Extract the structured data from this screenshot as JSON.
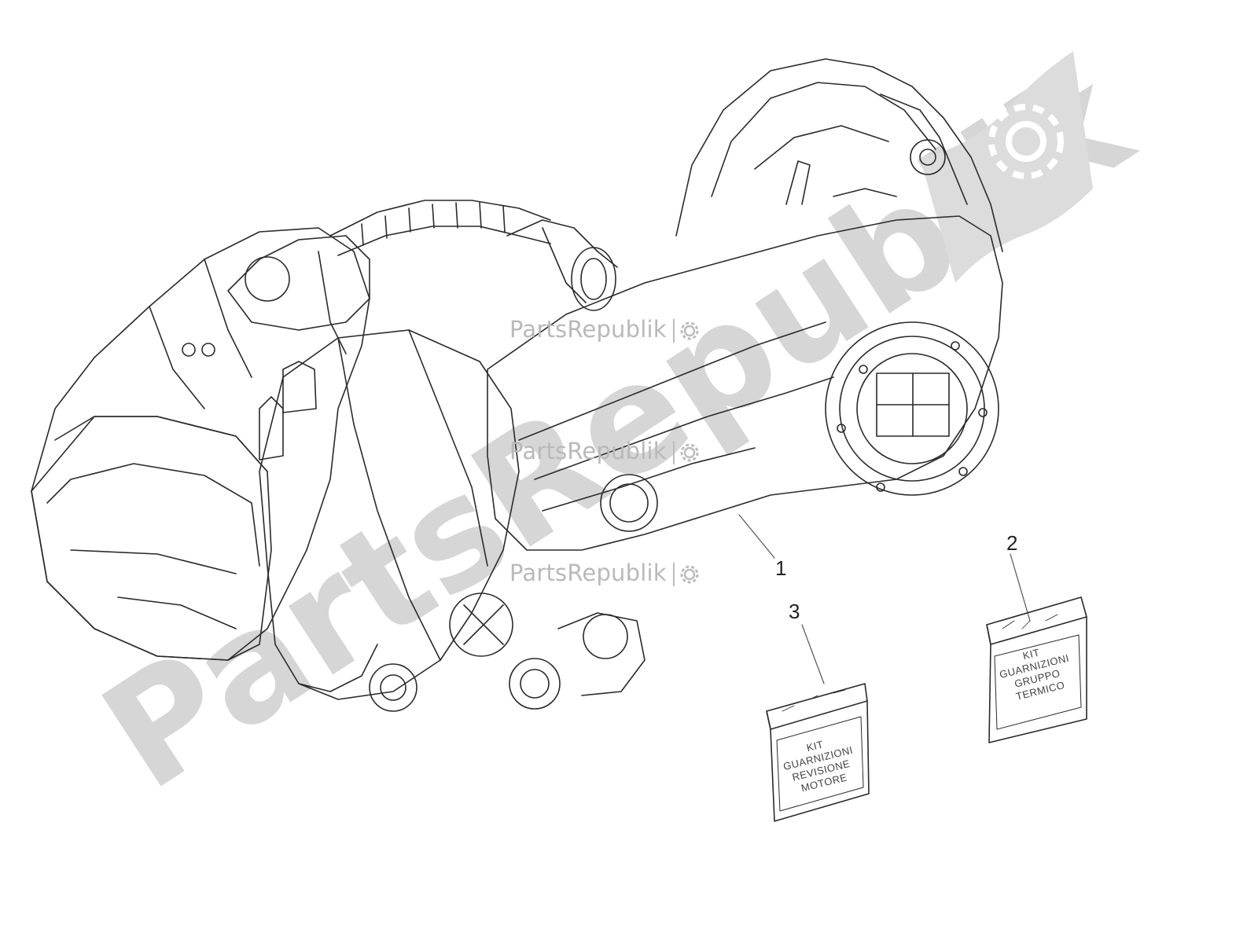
{
  "watermark": {
    "brand": "PartsRepublik",
    "big_text": "PartsRepublik",
    "corner_logo_icon": "gear-flag-icon",
    "color": "#b9b9b9"
  },
  "callouts": [
    {
      "id": "1",
      "part": "engine-assembly"
    },
    {
      "id": "2",
      "part": "gasket-kit-thermal-unit"
    },
    {
      "id": "3",
      "part": "gasket-kit-engine-overhaul"
    }
  ],
  "bags": {
    "bag2": {
      "lines": [
        "KIT",
        "GUARNIZIONI",
        "GRUPPO",
        "TERMICO"
      ]
    },
    "bag3": {
      "lines": [
        "KIT",
        "GUARNIZIONI",
        "REVISIONE",
        "MOTORE"
      ]
    }
  },
  "colors": {
    "line": "#2a2a2a",
    "watermark_fill": "#d6d6d6"
  }
}
